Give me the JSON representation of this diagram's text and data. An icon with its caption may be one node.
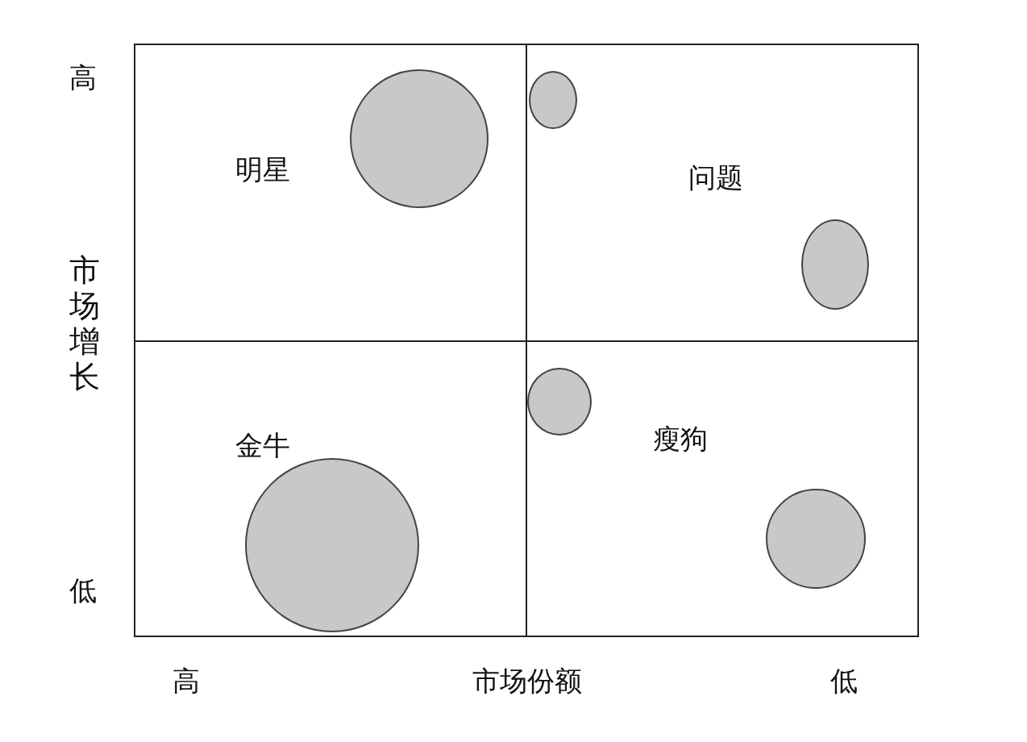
{
  "diagram": {
    "nodes": [
      {
        "text": [
          "明星"
        ]
      },
      {
        "text": [
          "问题"
        ]
      },
      {
        "text": [
          "金牛"
        ]
      },
      {
        "text": [
          "瘦狗"
        ]
      },
      {
        "text": [],
        "shape": "circle",
        "in": 0
      },
      {
        "text": [],
        "shape": "circle",
        "in": 1
      },
      {
        "text": [],
        "shape": "circle",
        "in": 1
      },
      {
        "text": [],
        "shape": "circle",
        "in": 3
      },
      {
        "text": [],
        "shape": "circle",
        "in": 2
      },
      {
        "text": [],
        "shape": "circle",
        "in": 3
      }
    ],
    "labels": [
      "高",
      "市场增长",
      "低",
      "高",
      "市场份额",
      "低"
    ]
  }
}
